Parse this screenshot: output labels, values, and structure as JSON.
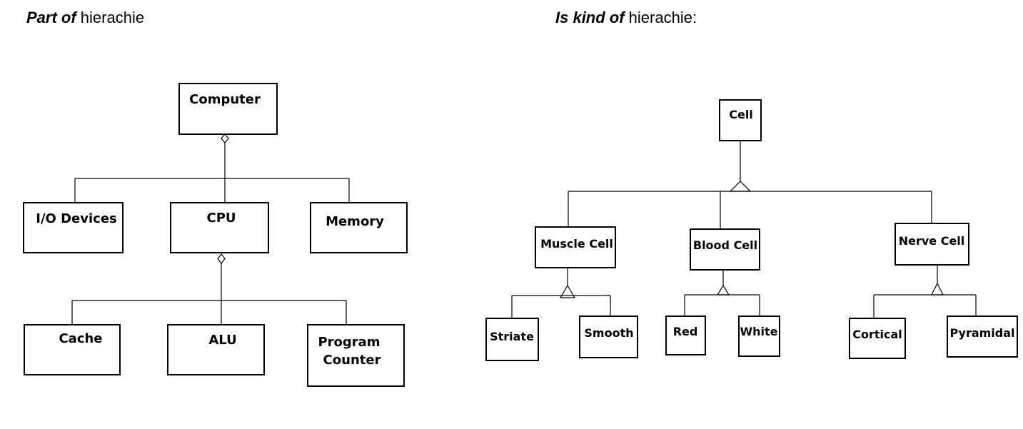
{
  "part_of": {
    "title_italic": "Part of",
    "title_rest": " hierachie",
    "nodes": {
      "computer": "Computer",
      "io": "I/O Devices",
      "cpu": "CPU",
      "memory": "Memory",
      "cache": "Cache",
      "alu": "ALU",
      "program_counter_1": "Program",
      "program_counter_2": "Counter"
    }
  },
  "kind_of": {
    "title_italic": "Is kind of",
    "title_rest": " hierachie:",
    "nodes": {
      "cell": "Cell",
      "muscle": "Muscle Cell",
      "blood": "Blood Cell",
      "nerve": "Nerve Cell",
      "striate": "Striate",
      "smooth": "Smooth",
      "red": "Red",
      "white": "White",
      "cortical": "Cortical",
      "pyramidal": "Pyramidal"
    }
  }
}
